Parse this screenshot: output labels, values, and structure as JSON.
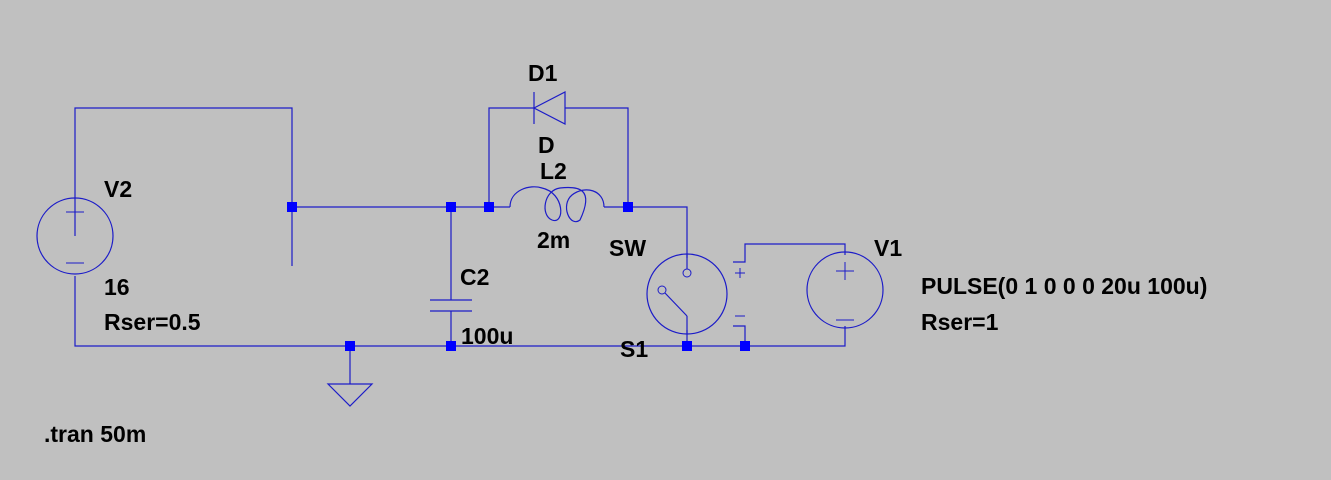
{
  "schematic": {
    "components": {
      "V2": {
        "name": "V2",
        "value": "16",
        "param": "Rser=0.5"
      },
      "V1": {
        "name": "V1",
        "value": "PULSE(0 1 0 0 0 20u 100u)",
        "param": "Rser=1"
      },
      "D1": {
        "name": "D1",
        "model": "D"
      },
      "L2": {
        "name": "L2",
        "value": "2m"
      },
      "C2": {
        "name": "C2",
        "value": "100u"
      },
      "S1": {
        "name": "S1",
        "model": "SW"
      }
    },
    "directive": ".tran 50m",
    "colors": {
      "wire": "#1c1cc8",
      "junction": "#0000ff",
      "background": "#c0c0c0",
      "text": "#000000"
    }
  }
}
